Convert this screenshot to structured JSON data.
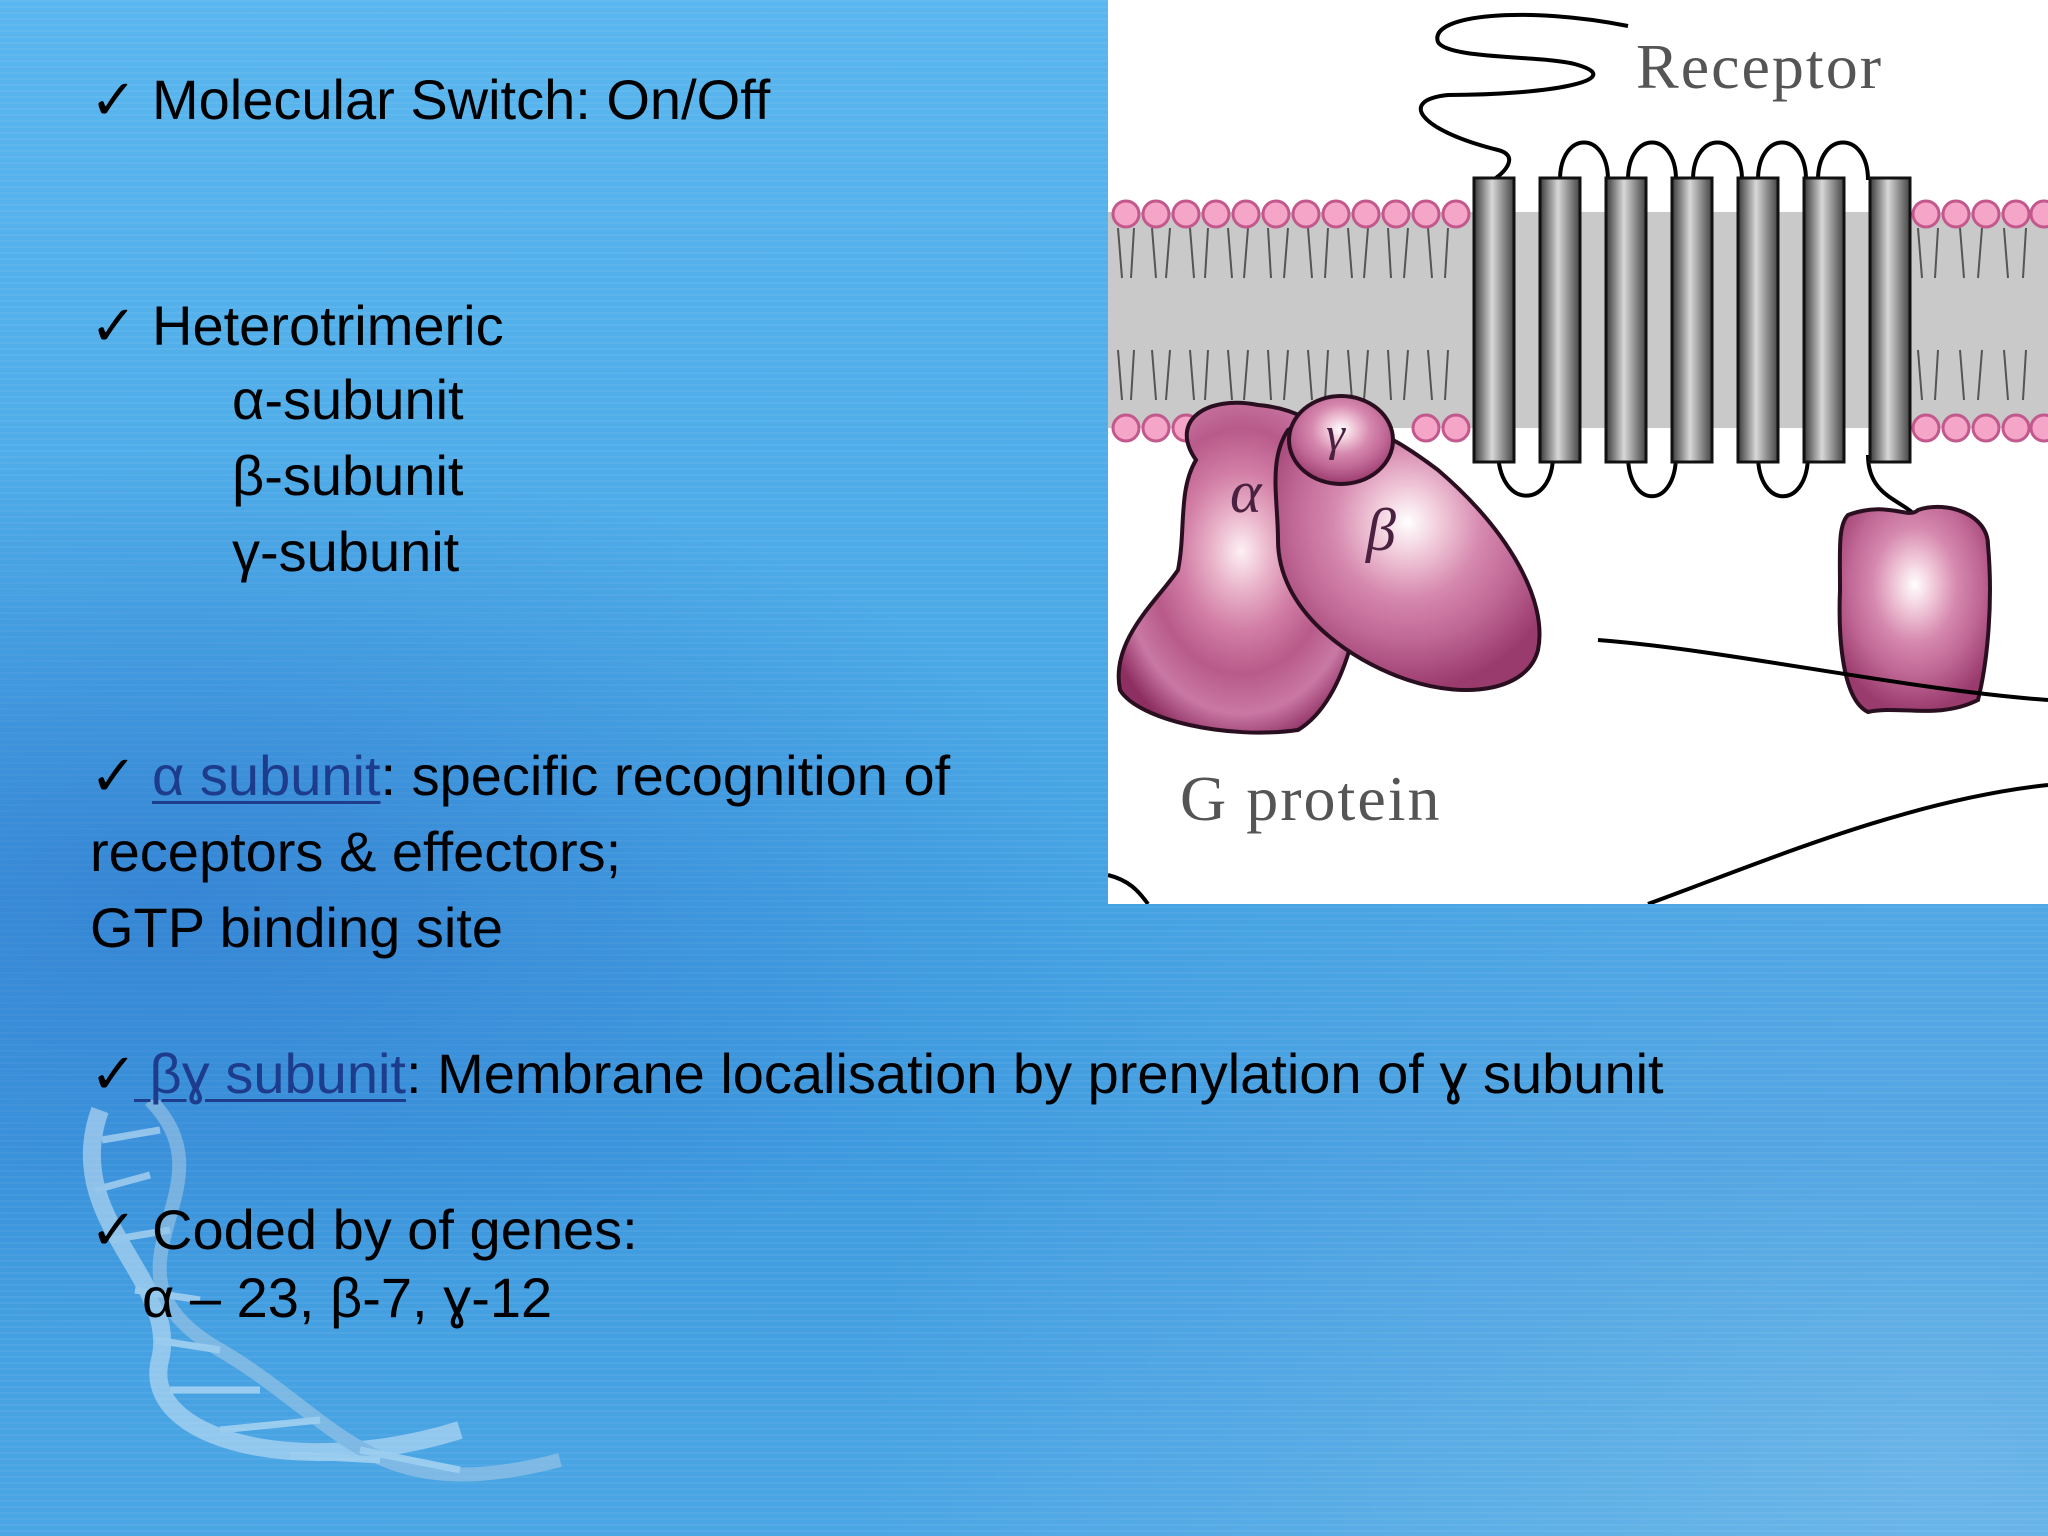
{
  "bullets": {
    "switch": "Molecular Switch: On/Off",
    "hetero": {
      "title": "Heterotrimeric",
      "items": [
        "α-subunit",
        "β-subunit",
        "γ-subunit"
      ]
    },
    "alpha": {
      "link": "α subunit",
      "line1_rest": ": specific recognition of",
      "line2": "receptors & effectors;",
      "line3": "GTP binding site"
    },
    "betagamma": {
      "link": " βɣ subunit",
      "rest": ": Membrane localisation by prenylation of ɣ subunit"
    },
    "coded": {
      "title": "Coded by of genes:",
      "counts": "α – 23, β-7, ɣ-12"
    }
  },
  "figure": {
    "receptor_label": "Receptor",
    "gprotein_label": "G protein",
    "alpha_symbol": "α",
    "beta_symbol": "β",
    "gamma_symbol": "γ"
  },
  "check_glyph": "✓"
}
